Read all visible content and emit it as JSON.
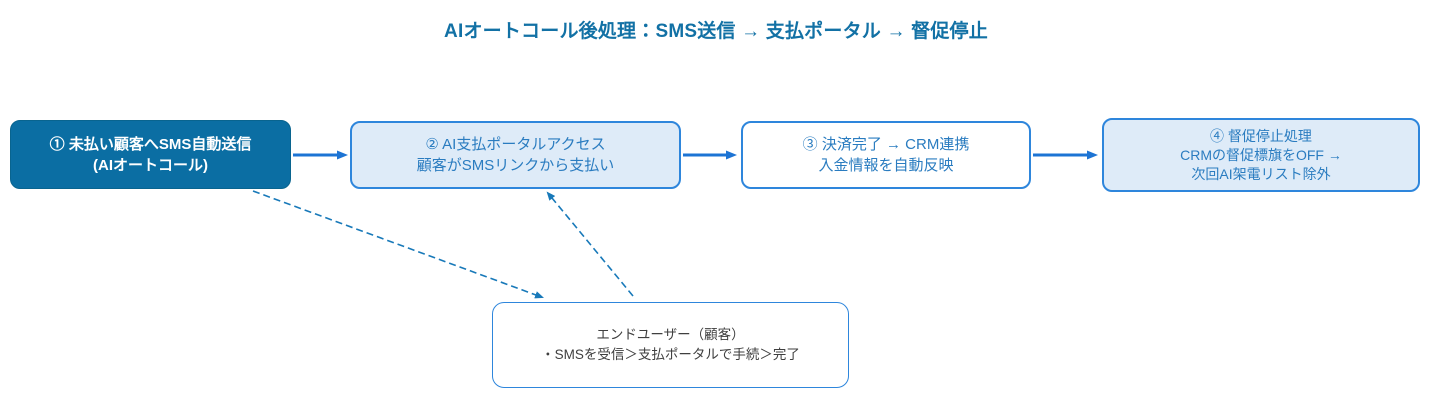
{
  "title": {
    "text": "AIオートコール後処理：SMS送信 → 支払ポータル → 督促停止"
  },
  "flow": {
    "step1": {
      "lines": [
        "① 未払い顧客へSMS自動送信",
        "(AIオートコール)"
      ]
    },
    "step2": {
      "lines": [
        "② AI支払ポータルアクセス",
        "顧客がSMSリンクから支払い"
      ]
    },
    "step3": {
      "lines": [
        "③ 決済完了 → CRM連携",
        "入金情報を自動反映"
      ]
    },
    "step4": {
      "lines": [
        "④ 督促停止処理",
        "CRMの督促標旗をOFF →",
        "次回AI架電リスト除外"
      ]
    },
    "enduser": {
      "lines": [
        "エンドユーザー（顧客）",
        "・SMSを受信＞支払ポータルで手続＞完了"
      ]
    }
  },
  "colors": {
    "title_text": "#1271a5",
    "step1_fill": "#0b6ea3",
    "step1_border": "#09648f",
    "step1_text": "#ffffff",
    "light_fill": "#deebf8",
    "white_fill": "#ffffff",
    "box_border": "#2e86dc",
    "box_text": "#2a7cc0",
    "enduser_text": "#3f3f3f",
    "solid_arrow": "#1d74d4",
    "dashed_arrow": "#1879b9"
  }
}
